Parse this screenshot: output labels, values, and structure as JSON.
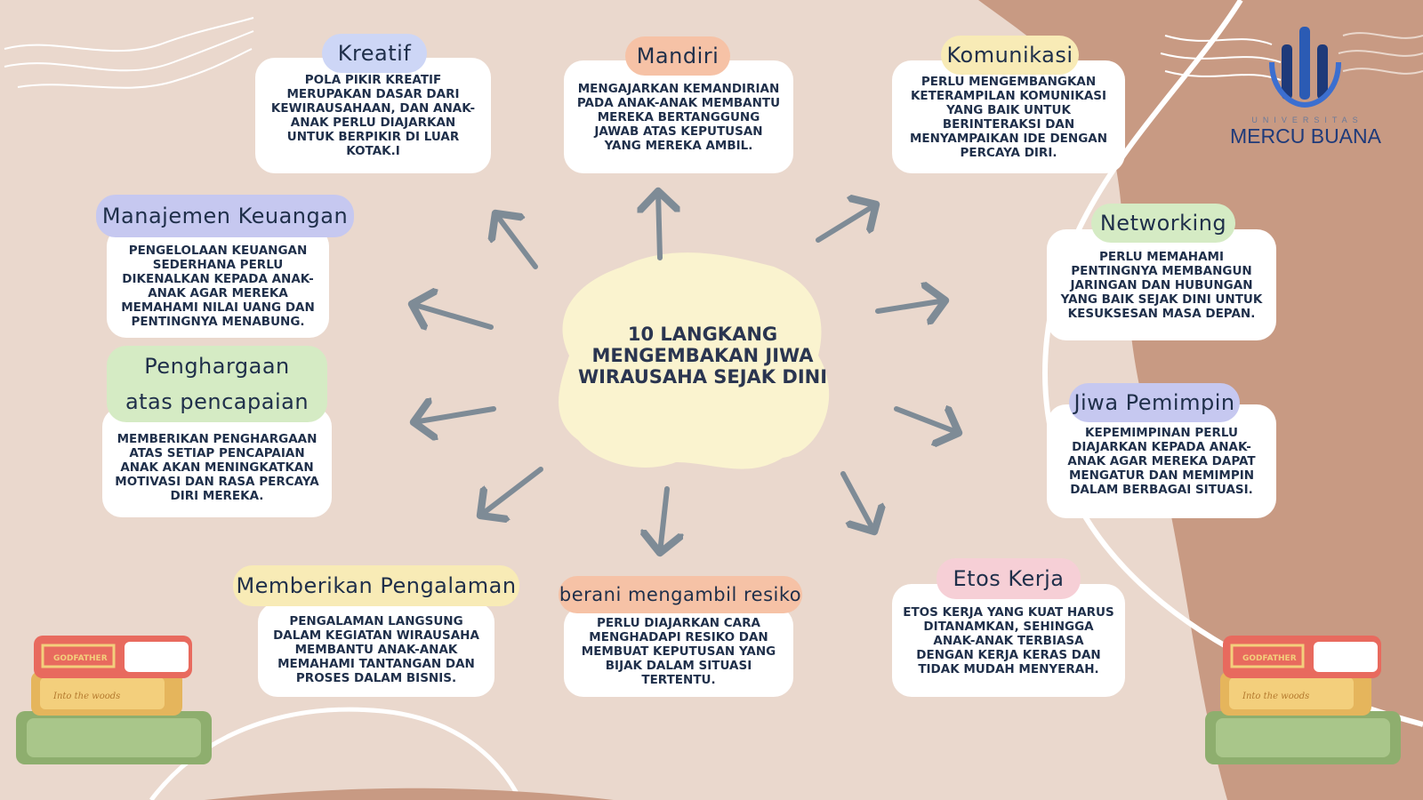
{
  "title": "10 LANGKANG MENGEMBAKAN JIWA WIRAUSAHA SEJAK DINI",
  "logo": {
    "sub": "UNIVERSITAS",
    "name": "MERCU BUANA"
  },
  "books": {
    "top_label": "GODFATHER",
    "middle_label": "Into the woods"
  },
  "colors": {
    "background": "#ead8cd",
    "accent_brown": "#c89a83",
    "arrow": "#7e8b96",
    "center_blob": "#faf3cf",
    "pill_blue": "#cdd6f6",
    "pill_orange": "#f6c2a6",
    "pill_yellow": "#f8ebb6",
    "pill_green": "#d5ebc4",
    "pill_purple": "#c6c8f0",
    "pill_pink": "#f6cfd6"
  },
  "items": {
    "kreatif": {
      "label": "Kreatif",
      "text": "POLA PIKIR KREATIF MERUPAKAN DASAR DARI KEWIRAUSAHAAN, DAN ANAK-ANAK PERLU DIAJARKAN UNTUK BERPIKIR DI LUAR KOTAK.I"
    },
    "mandiri": {
      "label": "Mandiri",
      "text": "MENGAJARKAN KEMANDIRIAN PADA ANAK-ANAK MEMBANTU MEREKA BERTANGGUNG JAWAB ATAS KEPUTUSAN YANG MEREKA AMBIL."
    },
    "komunikasi": {
      "label": "Komunikasi",
      "text": "PERLU MENGEMBANGKAN KETERAMPILAN KOMUNIKASI YANG BAIK UNTUK BERINTERAKSI DAN MENYAMPAIKAN IDE DENGAN PERCAYA DIRI."
    },
    "networking": {
      "label": "Networking",
      "text": "PERLU MEMAHAMI PENTINGNYA MEMBANGUN JARINGAN DAN HUBUNGAN YANG BAIK SEJAK DINI UNTUK KESUKSESAN MASA DEPAN."
    },
    "jiwa_pemimpin": {
      "label": "Jiwa Pemimpin",
      "text": "KEPEMIMPINAN PERLU DIAJARKAN KEPADA ANAK-ANAK AGAR MEREKA DAPAT MENGATUR DAN MEMIMPIN DALAM BERBAGAI SITUASI."
    },
    "etos_kerja": {
      "label": "Etos Kerja",
      "text": "ETOS KERJA YANG KUAT HARUS DITANAMKAN, SEHINGGA ANAK-ANAK TERBIASA DENGAN KERJA KERAS DAN TIDAK MUDAH MENYERAH."
    },
    "berani": {
      "label": "berani mengambil resiko",
      "text": "PERLU DIAJARKAN CARA MENGHADAPI RESIKO DAN MEMBUAT KEPUTUSAN YANG BIJAK DALAM SITUASI TERTENTU."
    },
    "pengalaman": {
      "label": "Memberikan Pengalaman",
      "text": "PENGALAMAN LANGSUNG DALAM KEGIATAN WIRAUSAHA MEMBANTU ANAK-ANAK MEMAHAMI TANTANGAN DAN PROSES DALAM BISNIS."
    },
    "penghargaan": {
      "label": "Penghargaan atas pencapaian",
      "text": "MEMBERIKAN PENGHARGAAN ATAS SETIAP PENCAPAIAN ANAK AKAN MENINGKATKAN MOTIVASI DAN RASA PERCAYA DIRI MEREKA."
    },
    "keuangan": {
      "label": "Manajemen Keuangan",
      "text": "PENGELOLAAN KEUANGAN SEDERHANA PERLU DIKENALKAN KEPADA ANAK-ANAK AGAR MEREKA MEMAHAMI NILAI UANG DAN PENTINGNYA MENABUNG."
    }
  }
}
